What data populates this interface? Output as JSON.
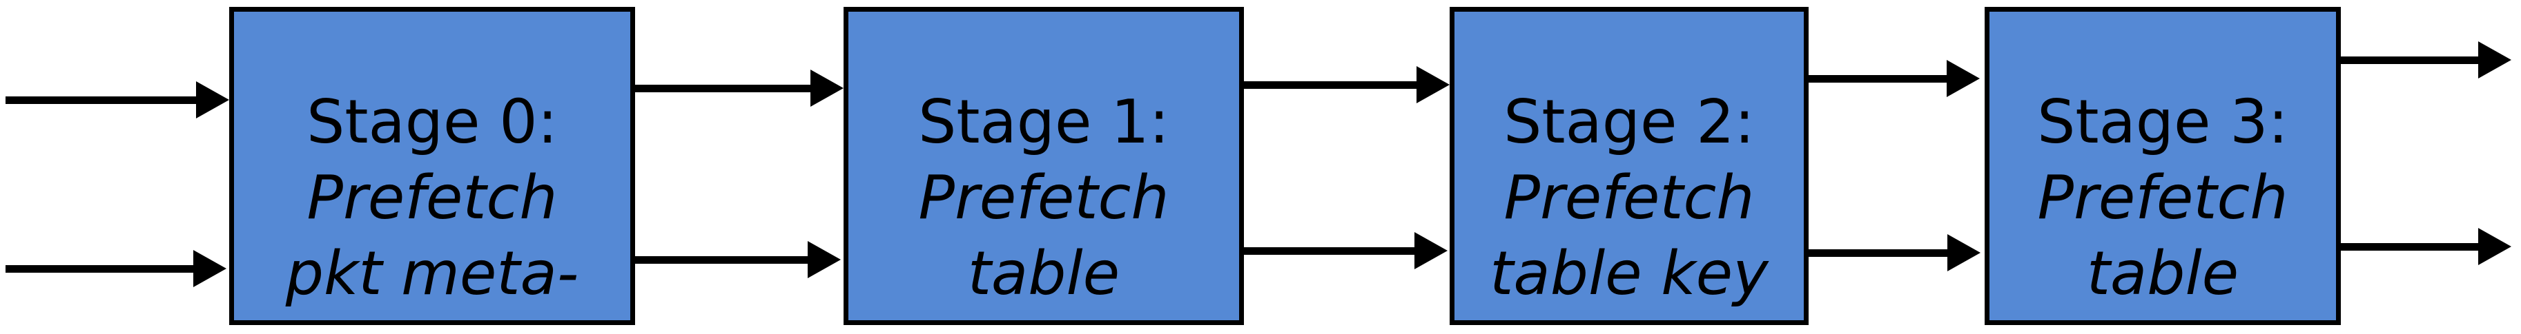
{
  "diagram": {
    "type": "pipeline-flow-diagram",
    "background": "#ffffff",
    "box_fill": "#5589d5",
    "box_border_color": "#000000",
    "arrow_color": "#000000",
    "text_color": "#000000",
    "stages": [
      {
        "id": "stage-0",
        "title": "Stage 0:",
        "subtitle_line1": "Prefetch",
        "subtitle_line2": "pkt meta-"
      },
      {
        "id": "stage-1",
        "title": "Stage 1:",
        "subtitle_line1": "Prefetch",
        "subtitle_line2": "table"
      },
      {
        "id": "stage-2",
        "title": "Stage 2:",
        "subtitle_line1": "Prefetch",
        "subtitle_line2": "table key"
      },
      {
        "id": "stage-3",
        "title": "Stage 3:",
        "subtitle_line1": "Prefetch",
        "subtitle_line2": "table"
      }
    ],
    "arrows": [
      "input-top",
      "input-bottom",
      "stage0-to-stage1-top",
      "stage0-to-stage1-bottom",
      "stage1-to-stage2-top",
      "stage1-to-stage2-bottom",
      "stage2-to-stage3-top",
      "stage2-to-stage3-bottom",
      "output-top",
      "output-bottom"
    ]
  }
}
